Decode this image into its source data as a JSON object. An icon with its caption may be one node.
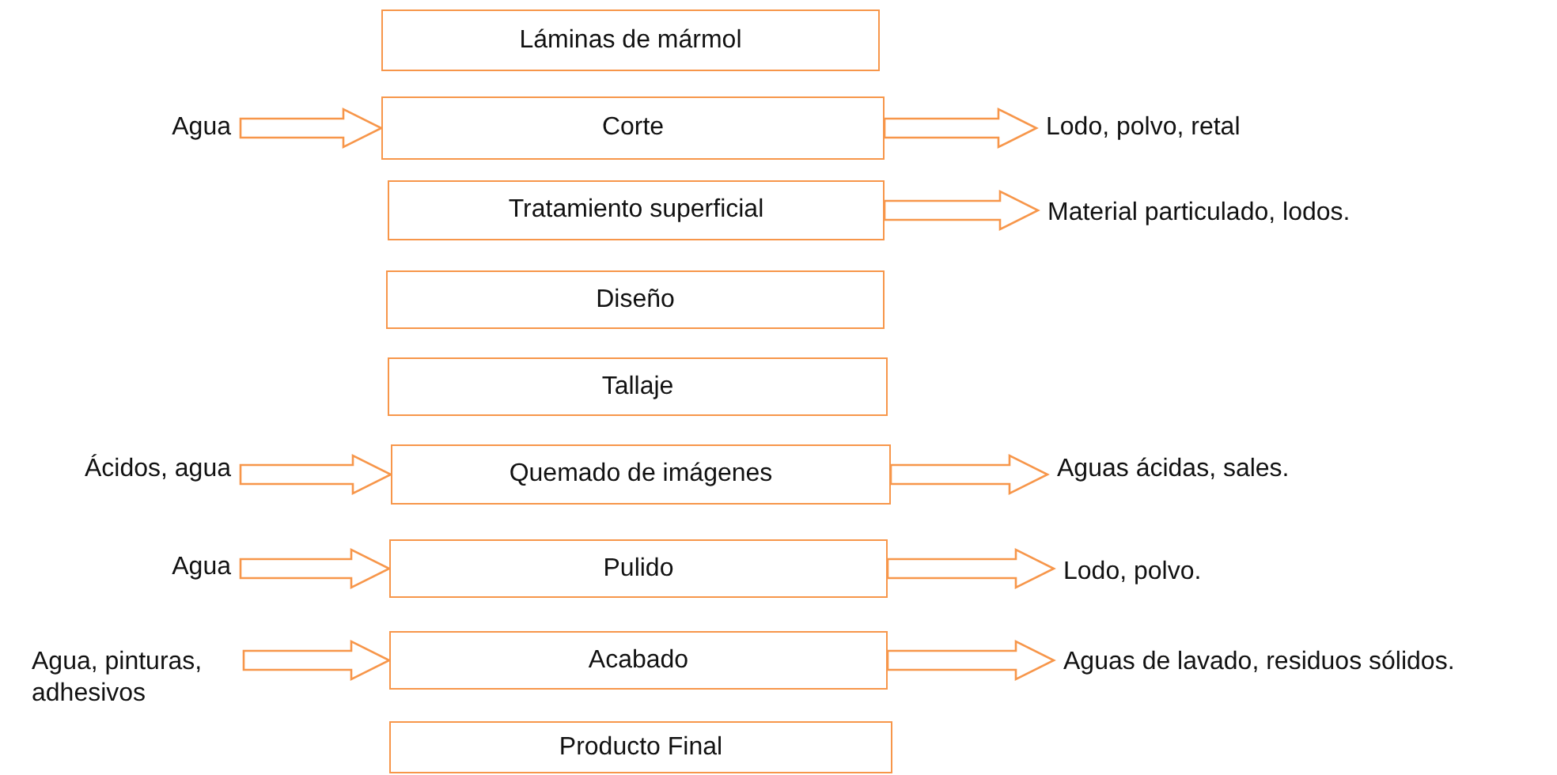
{
  "diagram": {
    "nodes": [
      {
        "text": [
          "Láminas de mármol"
        ]
      },
      {
        "text": [
          "Agua"
        ]
      },
      {
        "text": [
          "Corte"
        ]
      },
      {
        "text": [
          "Lodo, polvo, retal"
        ]
      },
      {
        "text": [
          "Tratamiento superficial"
        ]
      },
      {
        "text": [
          "Material particulado, lodos."
        ]
      },
      {
        "text": [
          "Diseño"
        ]
      },
      {
        "text": [
          "Tallaje"
        ]
      },
      {
        "text": [
          "Ácidos, agua"
        ]
      },
      {
        "text": [
          "Quemado de imágenes"
        ]
      },
      {
        "text": [
          "Aguas ácidas, sales."
        ]
      },
      {
        "text": [
          "Agua"
        ]
      },
      {
        "text": [
          "Pulido"
        ]
      },
      {
        "text": [
          "Lodo, polvo."
        ]
      },
      {
        "text": [
          "Agua, pinturas, adhesivos"
        ]
      },
      {
        "text": [
          "Acabado"
        ]
      },
      {
        "text": [
          "Aguas de lavado, residuos sólidos."
        ]
      },
      {
        "text": [
          "Producto Final"
        ]
      }
    ],
    "edges": [
      {
        "from": 1,
        "to": 2,
        "arrow": "to"
      },
      {
        "from": 2,
        "to": 3,
        "arrow": "to"
      },
      {
        "from": 4,
        "to": 5,
        "arrow": "to"
      },
      {
        "from": 8,
        "to": 9,
        "arrow": "to"
      },
      {
        "from": 9,
        "to": 10,
        "arrow": "to"
      },
      {
        "from": 11,
        "to": 12,
        "arrow": "to"
      },
      {
        "from": 12,
        "to": 13,
        "arrow": "to"
      },
      {
        "from": 14,
        "to": 15,
        "arrow": "to"
      },
      {
        "from": 15,
        "to": 16,
        "arrow": "to"
      }
    ]
  }
}
